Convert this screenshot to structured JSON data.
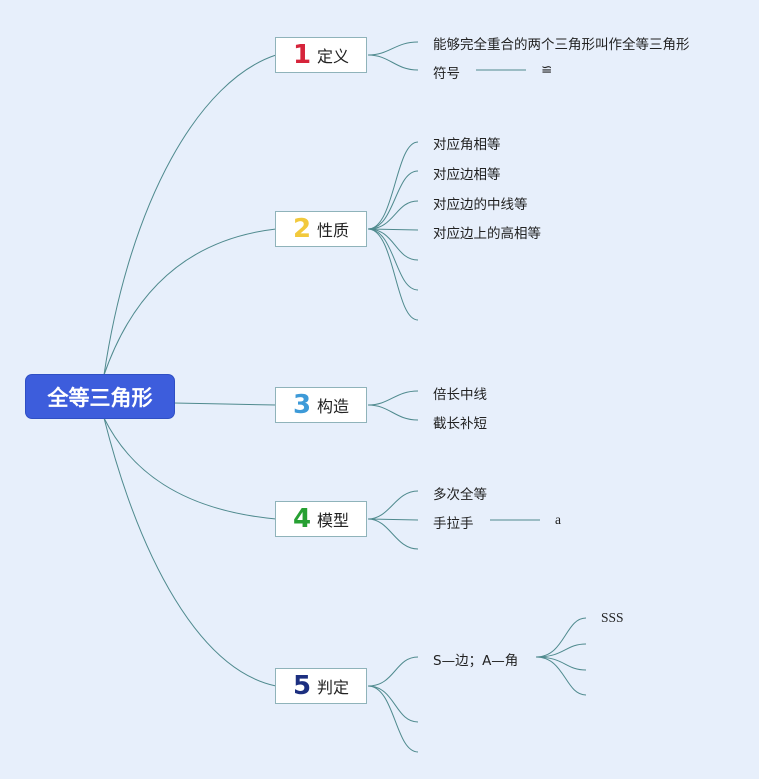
{
  "root": {
    "label": "全等三角形"
  },
  "branches": [
    {
      "num": "1",
      "num_color": "#d6243b",
      "label": "定义"
    },
    {
      "num": "2",
      "num_color": "#f2c93c",
      "label": "性质"
    },
    {
      "num": "3",
      "num_color": "#3d9ad8",
      "label": "构造"
    },
    {
      "num": "4",
      "num_color": "#27a033",
      "label": "模型"
    },
    {
      "num": "5",
      "num_color": "#1c2f80",
      "label": "判定"
    }
  ],
  "leaves": {
    "def_1": "能够完全重合的两个三角形叫作全等三角形",
    "def_2": "符号",
    "def_symbol": "≌",
    "prop_1": "对应角相等",
    "prop_2": "对应边相等",
    "prop_3": "对应边的中线等",
    "prop_4": "对应边上的高相等",
    "con_1": "倍长中线",
    "con_2": "截长补短",
    "mod_1": "多次全等",
    "mod_2": "手拉手",
    "mod_sub": "a",
    "jud_1": "S—边；A—角",
    "jud_sub": "SSS"
  },
  "colors": {
    "line": "#4f8a8e",
    "root": "#3d5ddc",
    "background": "#e7effb"
  }
}
